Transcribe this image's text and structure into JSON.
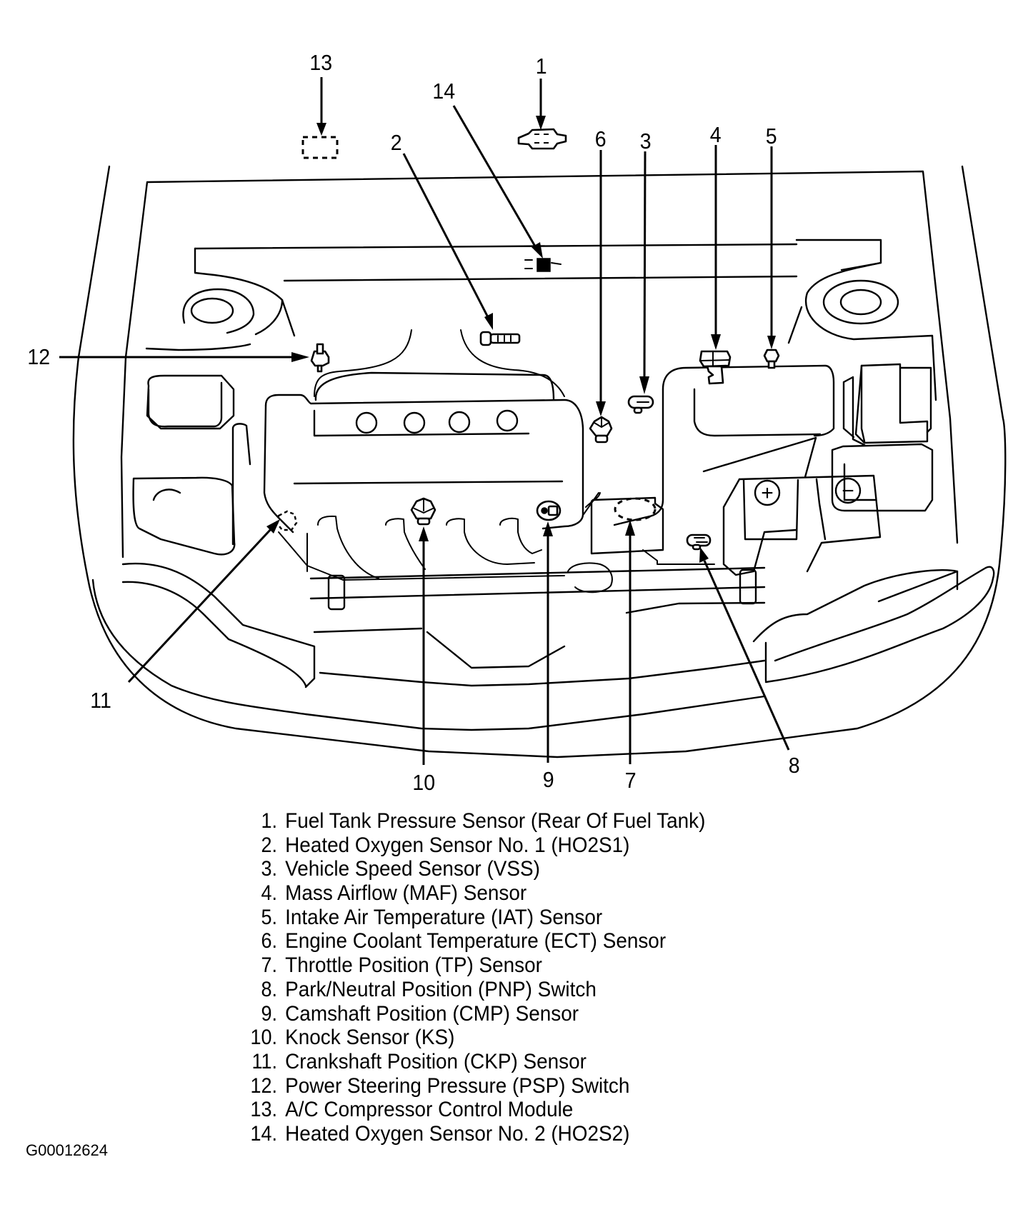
{
  "figure": {
    "figure_id": "G00012624",
    "subject": "Engine compartment component locator"
  },
  "callouts": [
    {
      "number": "1",
      "label": "1"
    },
    {
      "number": "2",
      "label": "2"
    },
    {
      "number": "3",
      "label": "3"
    },
    {
      "number": "4",
      "label": "4"
    },
    {
      "number": "5",
      "label": "5"
    },
    {
      "number": "6",
      "label": "6"
    },
    {
      "number": "7",
      "label": "7"
    },
    {
      "number": "8",
      "label": "8"
    },
    {
      "number": "9",
      "label": "9"
    },
    {
      "number": "10",
      "label": "10"
    },
    {
      "number": "11",
      "label": "11"
    },
    {
      "number": "12",
      "label": "12"
    },
    {
      "number": "13",
      "label": "13"
    },
    {
      "number": "14",
      "label": "14"
    }
  ],
  "legend": [
    {
      "num": "1.",
      "text": "Fuel Tank Pressure Sensor (Rear Of Fuel Tank)"
    },
    {
      "num": "2.",
      "text": "Heated Oxygen Sensor No. 1 (HO2S1)"
    },
    {
      "num": "3.",
      "text": "Vehicle Speed Sensor (VSS)"
    },
    {
      "num": "4.",
      "text": "Mass Airflow (MAF) Sensor"
    },
    {
      "num": "5.",
      "text": "Intake Air Temperature (IAT) Sensor"
    },
    {
      "num": "6.",
      "text": "Engine Coolant Temperature (ECT) Sensor"
    },
    {
      "num": "7.",
      "text": "Throttle Position (TP) Sensor"
    },
    {
      "num": "8.",
      "text": "Park/Neutral Position (PNP) Switch"
    },
    {
      "num": "9.",
      "text": "Camshaft Position (CMP) Sensor"
    },
    {
      "num": "10.",
      "text": "Knock Sensor (KS)"
    },
    {
      "num": "11.",
      "text": "Crankshaft Position (CKP) Sensor"
    },
    {
      "num": "12.",
      "text": "Power Steering Pressure (PSP) Switch"
    },
    {
      "num": "13.",
      "text": "A/C Compressor Control Module"
    },
    {
      "num": "14.",
      "text": "Heated Oxygen Sensor No. 2 (HO2S2)"
    }
  ],
  "battery": {
    "positive_symbol": "+",
    "negative_symbol": "−"
  }
}
